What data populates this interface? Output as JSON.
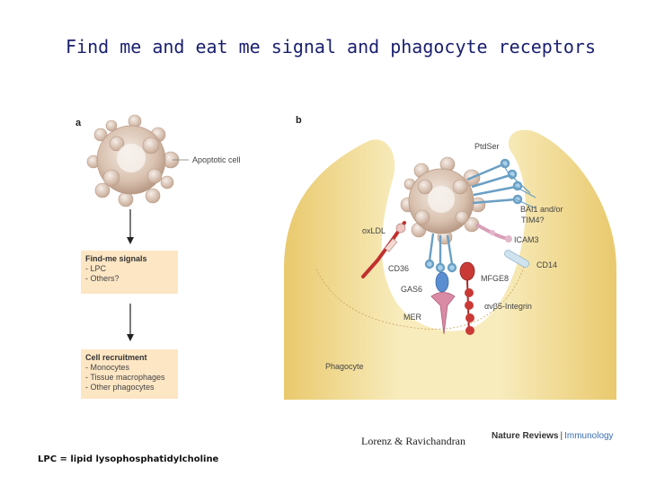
{
  "title": "Find me and eat me signal and phagocyte receptors",
  "panel_a": {
    "label": "a",
    "cell_label": "Apoptotic cell",
    "find_me": {
      "heading": "Find-me signals",
      "items": [
        "- LPC",
        "- Others?"
      ]
    },
    "recruitment": {
      "heading": "Cell recruitment",
      "items": [
        "- Monocytes",
        "- Tissue macrophages",
        "- Other phagocytes"
      ]
    }
  },
  "panel_b": {
    "label": "b",
    "labels": {
      "ptdser": "PtdSer",
      "bai1": "BAI1 and/or",
      "tim4": "TIM4?",
      "oxldl": "oxLDL",
      "icam3": "ICAM3",
      "cd14": "CD14",
      "cd36": "CD36",
      "mfge8": "MFGE8",
      "gas6": "GAS6",
      "integrin": "αvβ5-Integrin",
      "mer": "MER",
      "phagocyte": "Phagocyte"
    }
  },
  "citation": "Lorenz & Ravichandran",
  "journal": {
    "name": "Nature Reviews",
    "separator": "|",
    "subject": "Immunology"
  },
  "footnote": "LPC = lipid lysophosphatidylcholine",
  "colors": {
    "cell": "#d8c0ae",
    "phagocyte": "#f5e4a6",
    "box": "#fde6c4",
    "title": "#1a1f6e"
  }
}
